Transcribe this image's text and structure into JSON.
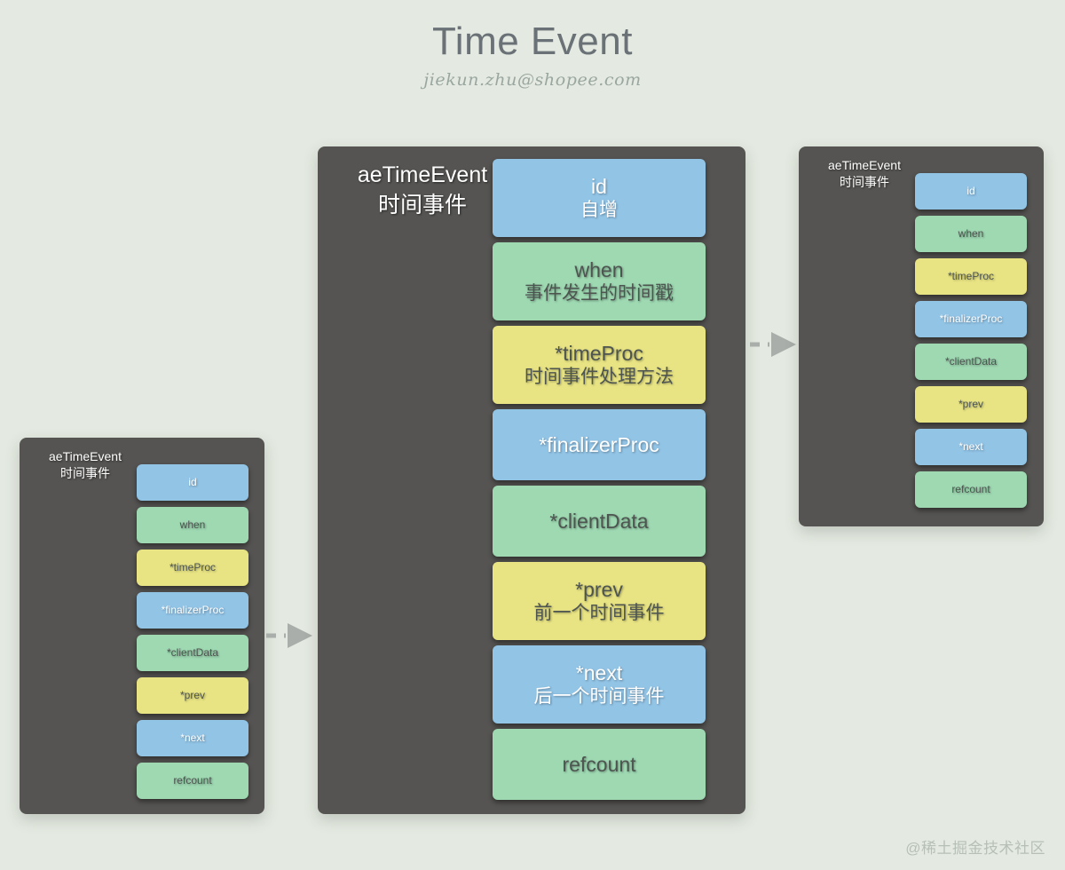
{
  "page": {
    "background_color": "#e4eae1",
    "watermark": "@稀土掘金技术社区"
  },
  "header": {
    "title": "Time Event",
    "subtitle": "jiekun.zhu@shopee.com"
  },
  "colors": {
    "card_bg": "#555452",
    "blue": "#92c4e6",
    "green": "#9ed9b2",
    "yellow": "#e8e484",
    "title_text": "#6b7277",
    "subtitle_text": "#9aa6a0",
    "arrow": "#a9aeab"
  },
  "struct_name": "aeTimeEvent",
  "struct_name_cn": "时间事件",
  "cards": {
    "main": {
      "title": "aeTimeEvent\n时间事件",
      "fields": [
        {
          "name": "id",
          "desc": "自增",
          "color": "blue",
          "text": "light"
        },
        {
          "name": "when",
          "desc": "事件发生的时间戳",
          "color": "green",
          "text": "dark"
        },
        {
          "name": "*timeProc",
          "desc": "时间事件处理方法",
          "color": "yellow",
          "text": "dark"
        },
        {
          "name": "*finalizerProc",
          "desc": "",
          "color": "blue",
          "text": "light"
        },
        {
          "name": "*clientData",
          "desc": "",
          "color": "green",
          "text": "dark"
        },
        {
          "name": "*prev",
          "desc": "前一个时间事件",
          "color": "yellow",
          "text": "dark"
        },
        {
          "name": "*next",
          "desc": "后一个时间事件",
          "color": "blue",
          "text": "light"
        },
        {
          "name": "refcount",
          "desc": "",
          "color": "green",
          "text": "dark"
        }
      ]
    },
    "left": {
      "title": "aeTimeEvent\n时间事件",
      "fields": [
        {
          "name": "id",
          "color": "blue",
          "text": "light"
        },
        {
          "name": "when",
          "color": "green",
          "text": "dark"
        },
        {
          "name": "*timeProc",
          "color": "yellow",
          "text": "dark"
        },
        {
          "name": "*finalizerProc",
          "color": "blue",
          "text": "light"
        },
        {
          "name": "*clientData",
          "color": "green",
          "text": "dark"
        },
        {
          "name": "*prev",
          "color": "yellow",
          "text": "dark"
        },
        {
          "name": "*next",
          "color": "blue",
          "text": "light"
        },
        {
          "name": "refcount",
          "color": "green",
          "text": "dark"
        }
      ]
    },
    "right": {
      "title": "aeTimeEvent\n时间事件",
      "fields": [
        {
          "name": "id",
          "color": "blue",
          "text": "light"
        },
        {
          "name": "when",
          "color": "green",
          "text": "dark"
        },
        {
          "name": "*timeProc",
          "color": "yellow",
          "text": "dark"
        },
        {
          "name": "*finalizerProc",
          "color": "blue",
          "text": "light"
        },
        {
          "name": "*clientData",
          "color": "green",
          "text": "dark"
        },
        {
          "name": "*prev",
          "color": "yellow",
          "text": "dark"
        },
        {
          "name": "*next",
          "color": "blue",
          "text": "light"
        },
        {
          "name": "refcount",
          "color": "green",
          "text": "dark"
        }
      ]
    }
  },
  "arrows": [
    {
      "id": "left-to-main",
      "style": "dashed-right",
      "from": "left",
      "to": "main"
    },
    {
      "id": "main-to-right",
      "style": "dashed-right",
      "from": "main",
      "to": "right"
    }
  ]
}
